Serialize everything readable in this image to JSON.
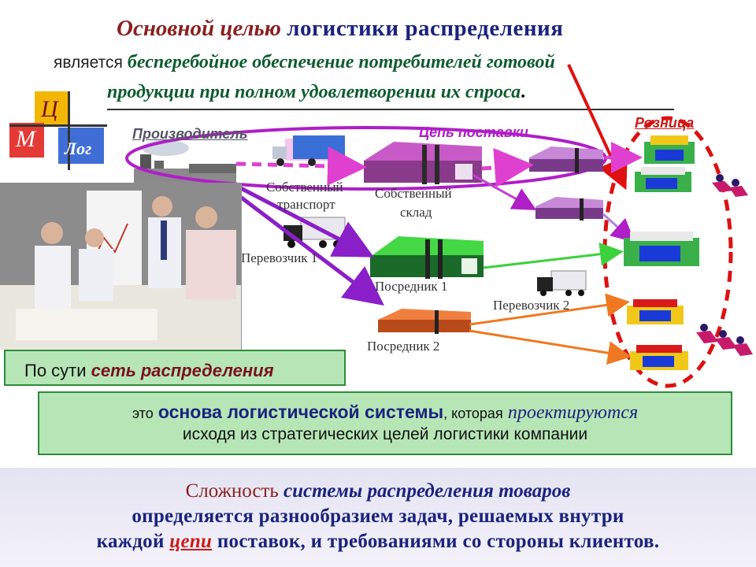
{
  "title": {
    "part1": "Основной целью",
    "part2": "логистики распределения",
    "line2_prefix": "является",
    "line2_text": "бесперебойное обеспечение потребителей готовой",
    "line3_text": "продукции при полном удовлетворении их спроса",
    "line3_end": "."
  },
  "logo": {
    "letter_top": "Ц",
    "letter_mid": "М",
    "letter_bot": "Лог"
  },
  "diagram": {
    "producer": "Производитель",
    "supply_chain": "Цепь поставки",
    "retail": "Розница",
    "own_transport_l1": "Собственный",
    "own_transport_l2": "транспорт",
    "own_warehouse_l1": "Собственный",
    "own_warehouse_l2": "склад",
    "carrier1": "Перевозчик 1",
    "intermediary1": "Посредник 1",
    "carrier2": "Перевозчик 2",
    "intermediary2": "Посредник  2"
  },
  "box1": {
    "text": "По сути",
    "emph": "сеть распределения"
  },
  "box2": {
    "prefix": "это",
    "bold": "основа логистической системы",
    "mid": ", которая",
    "ital": "проектируются",
    "line2": "исходя из стратегических целей логистики компании"
  },
  "bottom": {
    "l1_a": "Сложность",
    "l1_b": "системы распределения товаров",
    "l2": "определяется разнообразием задач, решаемых внутри",
    "l3_a": "каждой",
    "l3_red": "цепи",
    "l3_b": "поставок, и требованиями со стороны клиентов."
  },
  "colors": {
    "accent_dark_red": "#8a1f1f",
    "navy": "#1a237e",
    "green_box": "#b6e6b6",
    "magenta": "#b01ec8",
    "retail_dash": "#dd1111"
  }
}
